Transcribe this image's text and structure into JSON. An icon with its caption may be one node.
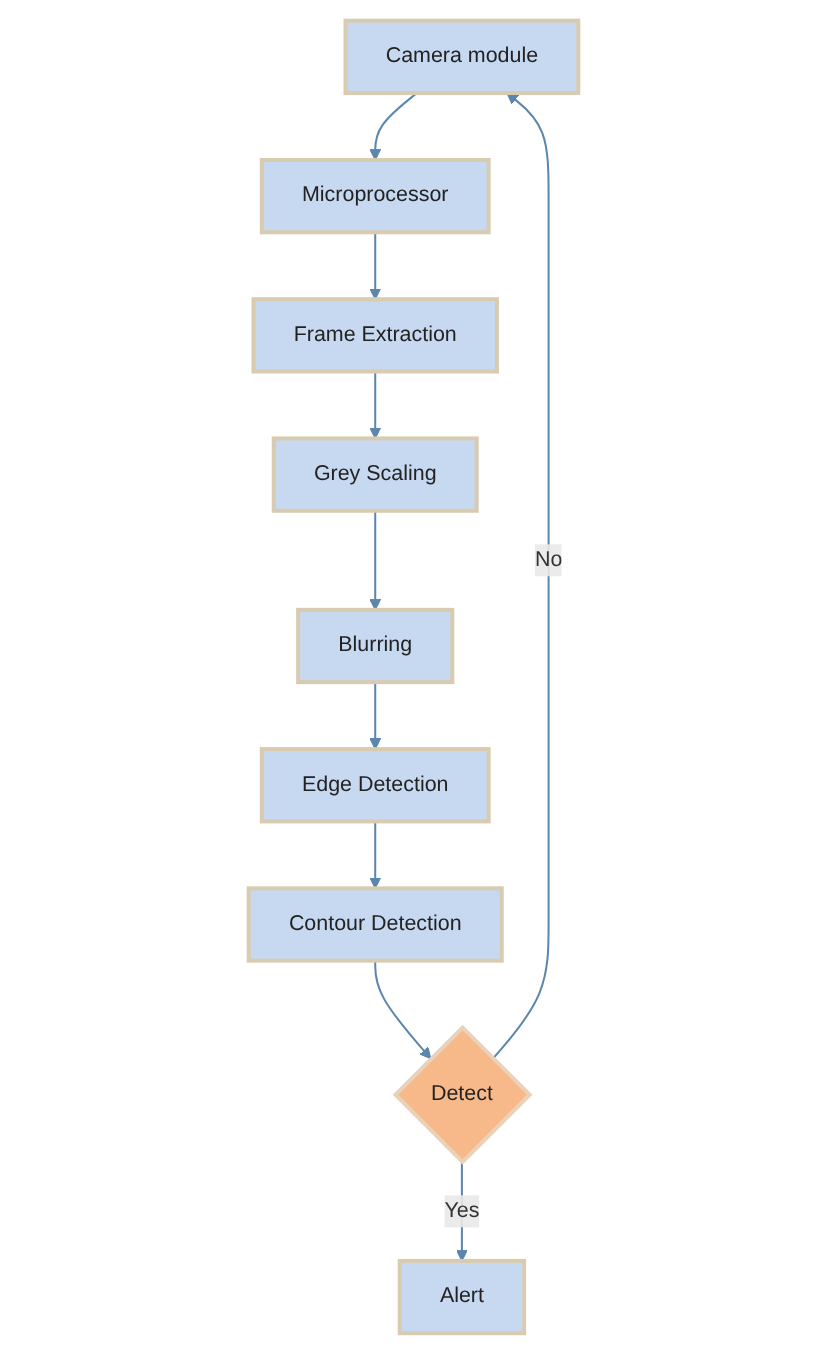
{
  "diagram": {
    "nodes": [
      {
        "text": [
          "Camera module"
        ]
      },
      {
        "text": [
          "Microprocessor"
        ]
      },
      {
        "text": [
          "Frame Extraction"
        ]
      },
      {
        "text": [
          "Grey Scaling"
        ]
      },
      {
        "text": [
          "Blurring"
        ]
      },
      {
        "text": [
          "Edge Detection"
        ]
      },
      {
        "text": [
          "Contour Detection"
        ]
      },
      {
        "text": [
          "Detect"
        ]
      },
      {
        "text": [
          "Alert"
        ]
      }
    ],
    "edges": [
      {
        "from": 0,
        "to": 1,
        "arrow": "to"
      },
      {
        "from": 1,
        "to": 2,
        "arrow": "to"
      },
      {
        "from": 2,
        "to": 3,
        "arrow": "to"
      },
      {
        "from": 3,
        "to": 4,
        "arrow": "to"
      },
      {
        "from": 4,
        "to": 5,
        "arrow": "to"
      },
      {
        "from": 5,
        "to": 6,
        "arrow": "to"
      },
      {
        "from": 6,
        "to": 7,
        "arrow": "to"
      },
      {
        "from": 7,
        "to": 8,
        "label": "Yes",
        "arrow": "to"
      },
      {
        "from": 7,
        "to": 0,
        "label": "No",
        "arrow": "to"
      }
    ]
  }
}
